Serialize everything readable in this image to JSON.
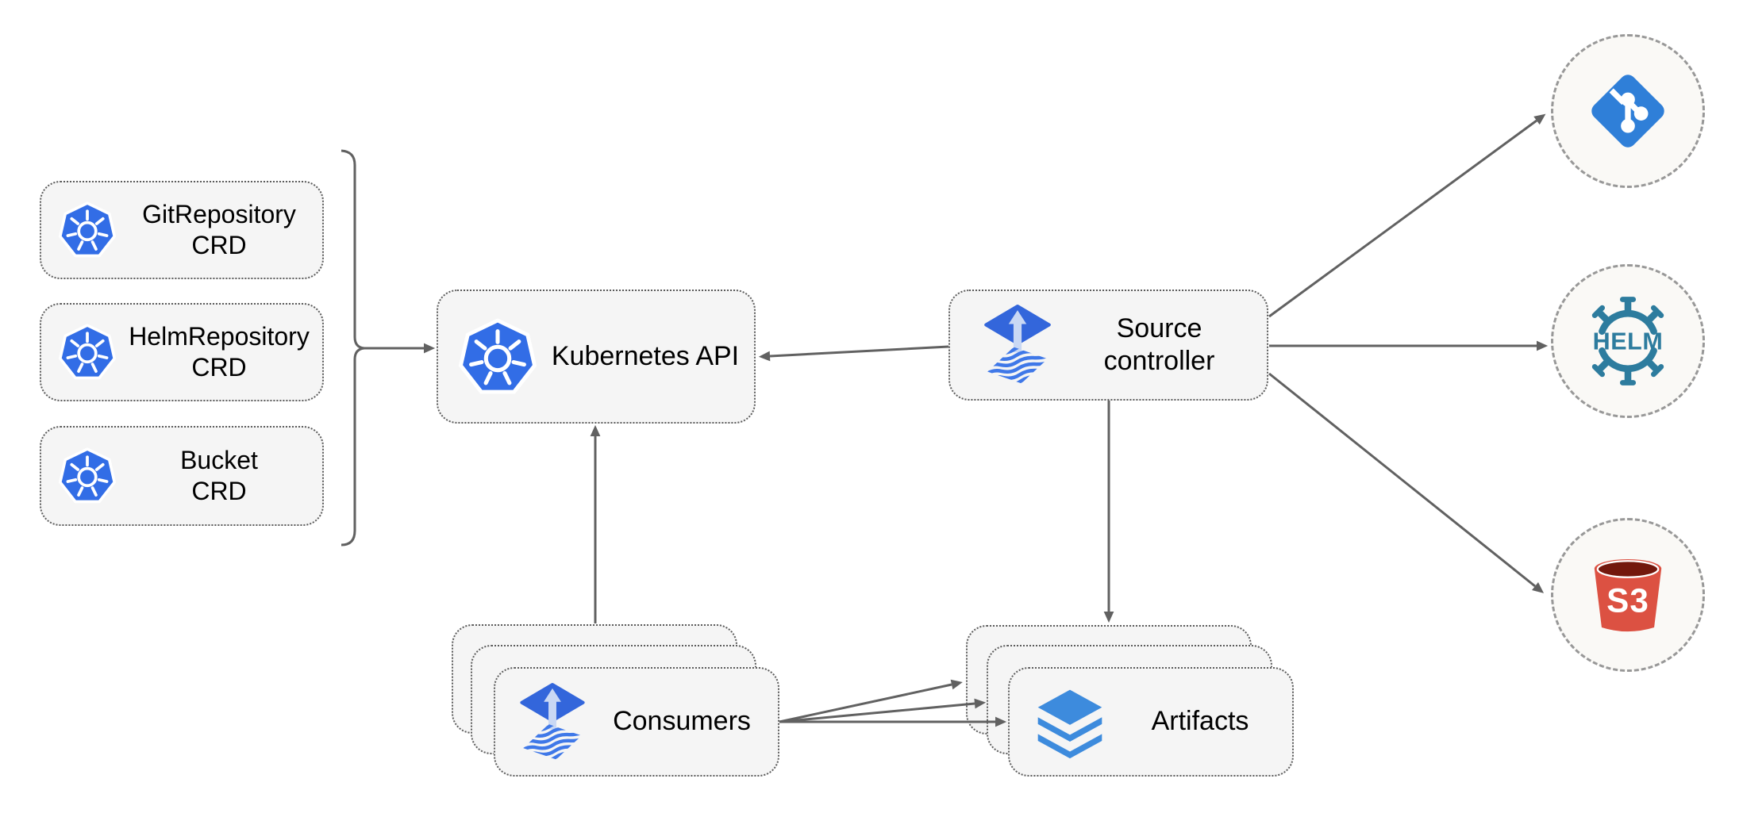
{
  "diagram": {
    "crds": [
      {
        "title": "GitRepository",
        "subtitle": "CRD",
        "icon": "kubernetes-icon"
      },
      {
        "title": "HelmRepository",
        "subtitle": "CRD",
        "icon": "kubernetes-icon"
      },
      {
        "title": "Bucket",
        "subtitle": "CRD",
        "icon": "kubernetes-icon"
      }
    ],
    "kubernetes_api": {
      "label": "Kubernetes API",
      "icon": "kubernetes-icon"
    },
    "source_controller": {
      "line1": "Source",
      "line2": "controller",
      "icon": "flux-icon"
    },
    "consumers": {
      "label": "Consumers",
      "icon": "flux-icon",
      "stack_count": 3
    },
    "artifacts": {
      "label": "Artifacts",
      "icon": "layers-icon",
      "stack_count": 3
    },
    "endpoints": {
      "git": {
        "icon": "git-icon"
      },
      "helm": {
        "icon": "helm-icon",
        "text": "HELM"
      },
      "s3": {
        "icon": "s3-bucket-icon",
        "text": "S3"
      }
    },
    "colors": {
      "kubernetes_blue": "#326de6",
      "flux_blue": "#3366db",
      "flux_arrow_light": "#c9d8f4",
      "flux_wave_blue": "#3f78e8",
      "git_blue": "#2f7fd8",
      "helm_teal": "#2d7c9e",
      "s3_red": "#dc5142",
      "s3_dark_red": "#73180d",
      "layers_blue": "#3d8bdd",
      "node_fill": "#f5f5f5",
      "endpoint_fill": "#faf9f6",
      "connector_gray": "#616161",
      "text_black": "#000000"
    }
  }
}
